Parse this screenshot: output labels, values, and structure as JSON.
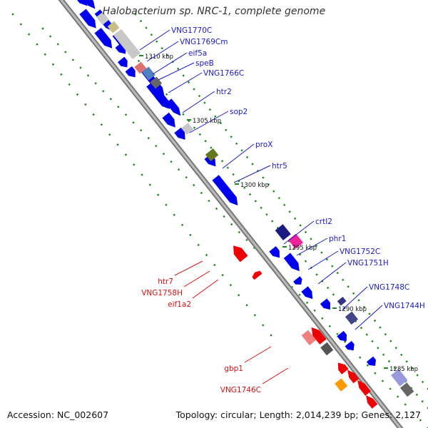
{
  "header": {
    "title": "Halobacterium sp. NRC-1, complete genome"
  },
  "footer": {
    "accession": "Accession: NC_002607",
    "topology": "Topology: circular; Length: 2,014,239 bp; Genes: 2,127"
  },
  "ticks": [
    {
      "label": "1310 kbp"
    },
    {
      "label": "1305 kbp"
    },
    {
      "label": "1300 kbp"
    },
    {
      "label": "1295 kbp"
    },
    {
      "label": "1290 kbp"
    },
    {
      "label": "1285 kbp"
    }
  ],
  "labels_right": [
    {
      "text": "VNG1770C",
      "color": "#1a1acc"
    },
    {
      "text": "VNG1769Cm",
      "color": "#1a1acc"
    },
    {
      "text": "eif5a",
      "color": "#1a1acc"
    },
    {
      "text": "speB",
      "color": "#1a1acc"
    },
    {
      "text": "VNG1766C",
      "color": "#1a1acc"
    },
    {
      "text": "htr2",
      "color": "#1a1acc"
    },
    {
      "text": "sop2",
      "color": "#1a1acc"
    },
    {
      "text": "proX",
      "color": "#1a1acc"
    },
    {
      "text": "htr5",
      "color": "#1a1acc"
    },
    {
      "text": "crtI2",
      "color": "#1a1acc"
    },
    {
      "text": "phr1",
      "color": "#1a1acc"
    },
    {
      "text": "VNG1752C",
      "color": "#1a1acc"
    },
    {
      "text": "VNG1751H",
      "color": "#1a1acc"
    },
    {
      "text": "VNG1748C",
      "color": "#1a1acc"
    },
    {
      "text": "VNG1744H",
      "color": "#1a1acc"
    }
  ],
  "labels_left": [
    {
      "text": "htr7",
      "color": "#dd1111"
    },
    {
      "text": "VNG1758H",
      "color": "#dd1111"
    },
    {
      "text": "eif1a2",
      "color": "#dd1111"
    },
    {
      "text": "gbp1",
      "color": "#dd1111"
    },
    {
      "text": "VNG1746C",
      "color": "#dd1111"
    }
  ],
  "colors": {
    "forward_gene": "#0000ee",
    "reverse_gene": "#ee0000",
    "backbone": "#888888",
    "gc_dots": "#1a8a1a"
  }
}
